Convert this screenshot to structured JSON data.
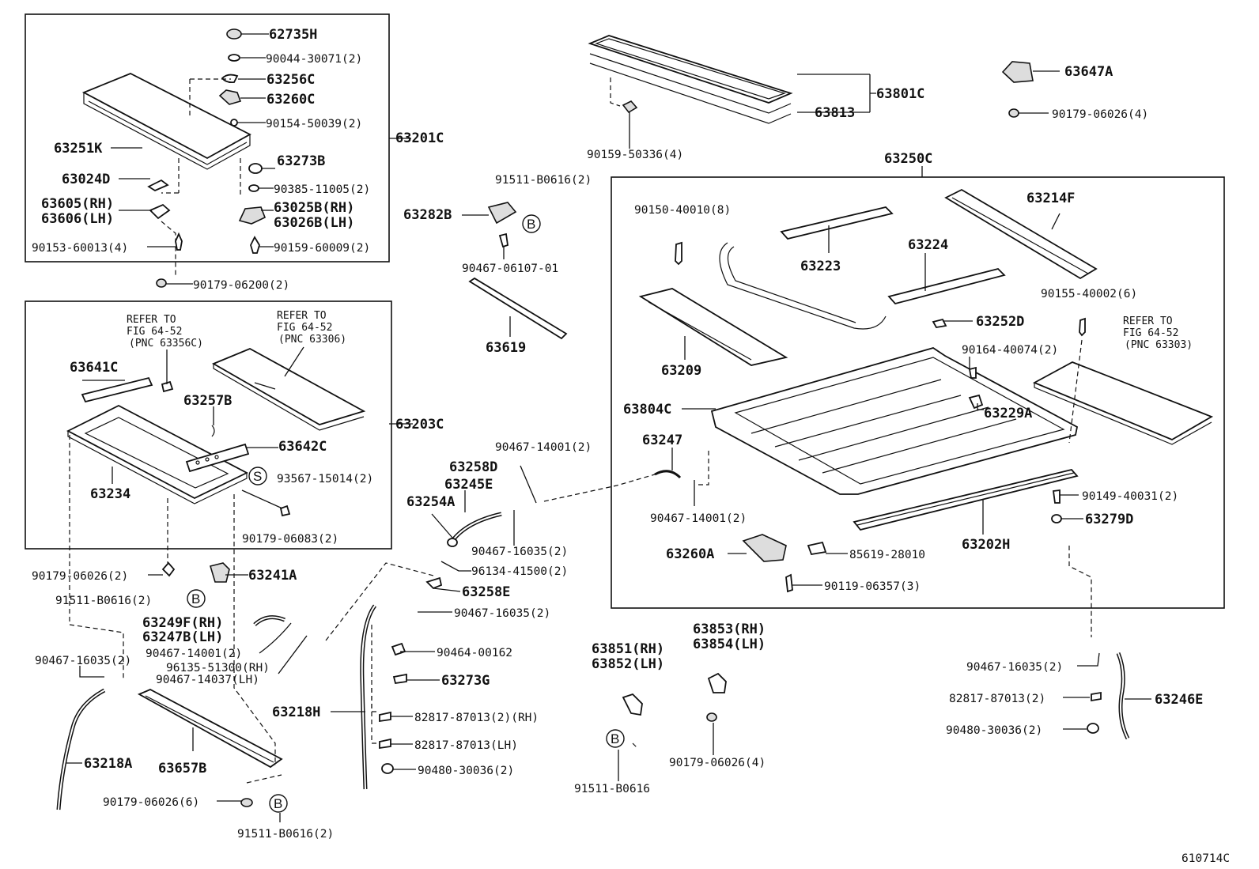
{
  "labels": {
    "l_62735H": "62735H",
    "l_90044": "90044-30071(2)",
    "l_63256C": "63256C",
    "l_63260C": "63260C",
    "l_90154": "90154-50039(2)",
    "l_63251K": "63251K",
    "l_63201C": "63201C",
    "l_63273B": "63273B",
    "l_63024D": "63024D",
    "l_90385": "90385-11005(2)",
    "l_63605": "63605(RH)",
    "l_63606": "63606(LH)",
    "l_63025B": "63025B(RH)",
    "l_63026B": "63026B(LH)",
    "l_90153": "90153-60013(4)",
    "l_90159_60009": "90159-60009(2)",
    "l_90179_06200": "90179-06200(2)",
    "l_refer1_a": "REFER TO",
    "l_refer1_b": "FIG 64-52",
    "l_refer1_c": "(PNC 63356C)",
    "l_refer2_a": "REFER TO",
    "l_refer2_b": "FIG 64-52",
    "l_refer2_c": "(PNC 63306)",
    "l_63641C": "63641C",
    "l_63257B": "63257B",
    "l_63203C": "63203C",
    "l_63642C": "63642C",
    "l_93567": "93567-15014(2)",
    "l_63234": "63234",
    "l_90179_06083": "90179-06083(2)",
    "l_90179_06026_2": "90179-06026(2)",
    "l_63241A": "63241A",
    "l_91511_b2": "91511-B0616(2)",
    "l_63249F": "63249F(RH)",
    "l_63247B": "63247B(LH)",
    "l_90467_14001_2b": "90467-14001(2)",
    "l_96135": "96135-51300(RH)",
    "l_90467_14037": "90467-14037(LH)",
    "l_90467_16035_left": "90467-16035(2)",
    "l_63218H": "63218H",
    "l_63218A": "63218A",
    "l_63657B": "63657B",
    "l_90179_06026_6": "90179-06026(6)",
    "l_91511_bottom": "91511-B0616(2)",
    "l_63801C": "63801C",
    "l_63813": "63813",
    "l_90159_50336": "90159-50336(4)",
    "l_91511_top": "91511-B0616(2)",
    "l_63282B": "63282B",
    "l_90467_06107": "90467-06107-01",
    "l_63619": "63619",
    "l_63647A": "63647A",
    "l_90179_06026_4a": "90179-06026(4)",
    "l_63250C": "63250C",
    "l_90150": "90150-40010(8)",
    "l_63214F": "63214F",
    "l_63223": "63223",
    "l_63224": "63224",
    "l_90155": "90155-40002(6)",
    "l_63252D": "63252D",
    "l_63209": "63209",
    "l_90164": "90164-40074(2)",
    "l_refer3_a": "REFER TO",
    "l_refer3_b": "FIG 64-52",
    "l_refer3_c": "(PNC 63303)",
    "l_63804C": "63804C",
    "l_63229A": "63229A",
    "l_63247": "63247",
    "l_90467_14001_top": "90467-14001(2)",
    "l_63258D": "63258D",
    "l_63245E": "63245E",
    "l_63254A": "63254A",
    "l_90467_14001_mid": "90467-14001(2)",
    "l_90149": "90149-40031(2)",
    "l_63279D": "63279D",
    "l_63202H": "63202H",
    "l_63260A": "63260A",
    "l_85619": "85619-28010",
    "l_90467_16035_mid": "90467-16035(2)",
    "l_96134": "96134-41500(2)",
    "l_90119": "90119-06357(3)",
    "l_63258E": "63258E",
    "l_90467_16035_mid2": "90467-16035(2)",
    "l_90464": "90464-00162",
    "l_63273G": "63273G",
    "l_82817_rh": "82817-87013(2)(RH)",
    "l_82817_lh": "82817-87013(LH)",
    "l_90480_mid": "90480-30036(2)",
    "l_63851": "63851(RH)",
    "l_63852": "63852(LH)",
    "l_63853": "63853(RH)",
    "l_63854": "63854(LH)",
    "l_91511_single": "91511-B0616",
    "l_90179_06026_4b": "90179-06026(4)",
    "l_90467_16035_right": "90467-16035(2)",
    "l_82817_right": "82817-87013(2)",
    "l_63246E": "63246E",
    "l_90480_right": "90480-30036(2)",
    "l_figno": "610714C"
  },
  "callouts": {
    "b": "B",
    "s": "S"
  }
}
